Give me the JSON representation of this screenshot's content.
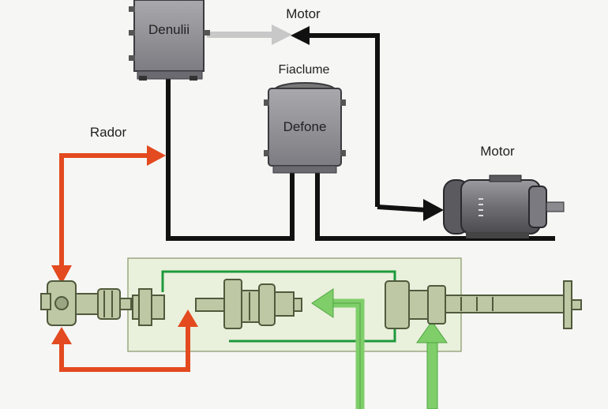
{
  "labels": {
    "top_box": "Denulii",
    "top_motor": "Motor",
    "middle_tank_caption": "Fiaclume",
    "middle_tank": "Defone",
    "right_motor": "Motor",
    "left_arrow": "Rador"
  },
  "colors": {
    "black_line": "#111111",
    "red_arrow": "#e34a1f",
    "green_arrow": "#7fce6a",
    "green_line": "#1f9a3c",
    "gray_arrow": "#c8c8c8",
    "panel_fill": "#e9f0dc",
    "component_fill": "#bfc8a5"
  }
}
